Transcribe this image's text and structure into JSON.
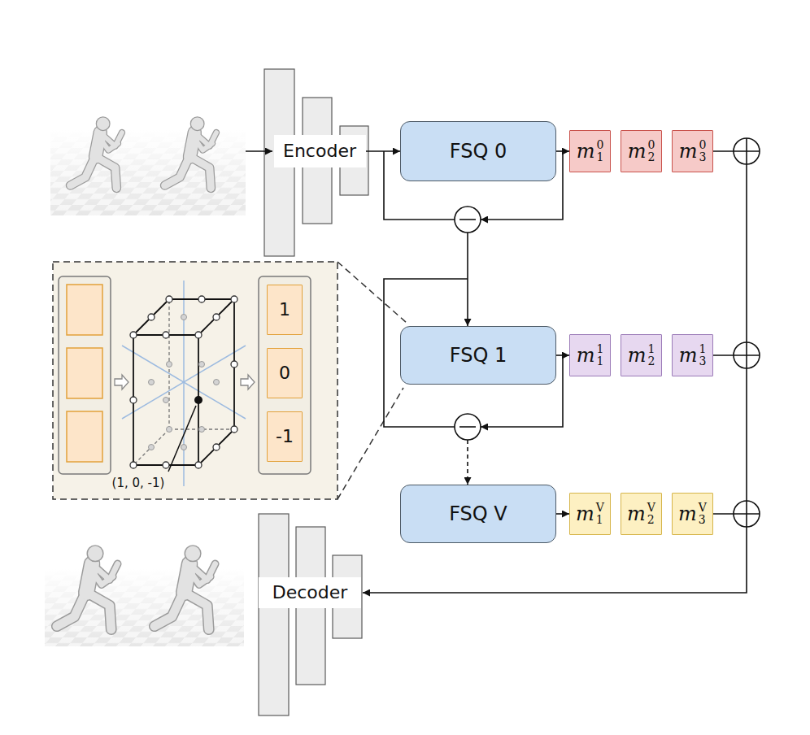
{
  "diagram": {
    "nodes": [
      {
        "text": [
          "Encoder"
        ]
      },
      {
        "text": [
          "FSQ 0"
        ]
      },
      {
        "text": [
          "m",
          "1",
          "0"
        ]
      },
      {
        "text": [
          "m",
          "2",
          "0"
        ]
      },
      {
        "text": [
          "m",
          "3",
          "0"
        ]
      },
      {
        "text": [
          "1"
        ]
      },
      {
        "text": [
          "0"
        ]
      },
      {
        "text": [
          "-1"
        ]
      },
      {
        "text": [
          "FSQ 1"
        ]
      },
      {
        "text": [
          "m",
          "1",
          "1"
        ]
      },
      {
        "text": [
          "m",
          "2",
          "1"
        ]
      },
      {
        "text": [
          "m",
          "3",
          "1"
        ]
      },
      {
        "text": [
          "FSQ V"
        ]
      },
      {
        "text": [
          "m",
          "1",
          "V"
        ]
      },
      {
        "text": [
          "m",
          "2",
          "V"
        ]
      },
      {
        "text": [
          "m",
          "3",
          "V"
        ]
      },
      {
        "text": [
          "Decoder"
        ]
      }
    ],
    "edges": [
      {
        "from": 0,
        "to": 1,
        "arrow": "to"
      },
      {
        "from": 1,
        "to": 2,
        "arrow": "to"
      },
      {
        "from": 8,
        "to": 9,
        "arrow": "to"
      },
      {
        "from": 12,
        "to": 13,
        "arrow": "to"
      }
    ],
    "labels": [
      "(1, 0, -1)"
    ]
  }
}
